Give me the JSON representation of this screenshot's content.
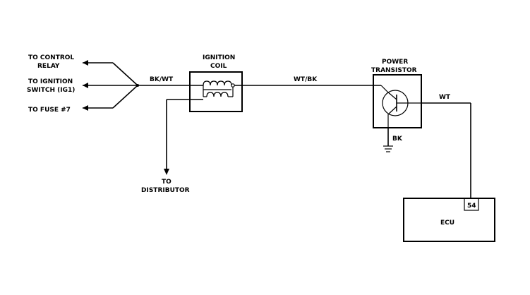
{
  "destinations": {
    "control_relay_line1": "TO CONTROL",
    "control_relay_line2": "RELAY",
    "ignition_switch_line1": "TO IGNITION",
    "ignition_switch_line2": "SWITCH (IG1)",
    "fuse": "TO FUSE #7",
    "distributor_line1": "TO",
    "distributor_line2": "DISTRIBUTOR"
  },
  "components": {
    "ignition_coil_line1": "IGNITION",
    "ignition_coil_line2": "COIL",
    "power_transistor_line1": "POWER",
    "power_transistor_line2": "TRANSISTOR",
    "ecu": "ECU",
    "ecu_pin": "54"
  },
  "wires": {
    "bk_wt": "BK/WT",
    "wt_bk": "WT/BK",
    "wt": "WT",
    "bk": "BK"
  }
}
